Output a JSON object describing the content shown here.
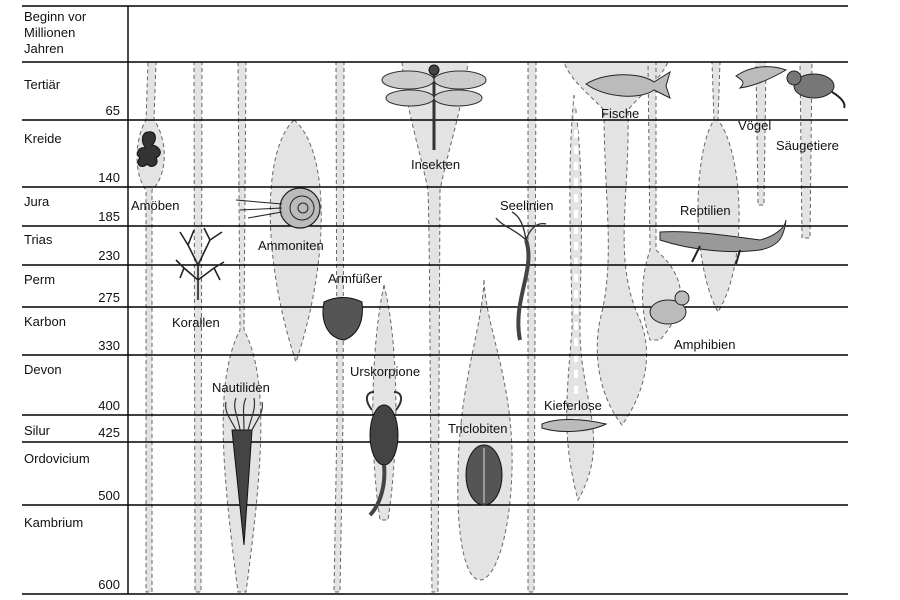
{
  "header": {
    "line1": "Beginn vor",
    "line2": "Millionen",
    "line3": "Jahren"
  },
  "periods": [
    {
      "name": "Tertiär",
      "start": "65"
    },
    {
      "name": "Kreide",
      "start": "140"
    },
    {
      "name": "Jura",
      "start": "185"
    },
    {
      "name": "Trias",
      "start": "230"
    },
    {
      "name": "Perm",
      "start": "275"
    },
    {
      "name": "Karbon",
      "start": "330"
    },
    {
      "name": "Devon",
      "start": "400"
    },
    {
      "name": "Silur",
      "start": "425"
    },
    {
      "name": "Ordovicium",
      "start": "500"
    },
    {
      "name": "Kambrium",
      "start": "600"
    }
  ],
  "groups": {
    "amoeben": "Amöben",
    "korallen": "Korallen",
    "nautiliden": "Nautiliden",
    "ammoniten": "Ammoniten",
    "armfuesser": "Armfüßer",
    "urskorpione": "Urskorpione",
    "insekten": "Insekten",
    "triclobiten": "Triclobiten",
    "seelinien": "Seelinien",
    "kieferlose": "Kieferlose",
    "fische": "Fische",
    "amphibien": "Amphibien",
    "reptilien": "Reptilien",
    "voegel": "Vögel",
    "saeugetiere": "Säugetiere"
  }
}
